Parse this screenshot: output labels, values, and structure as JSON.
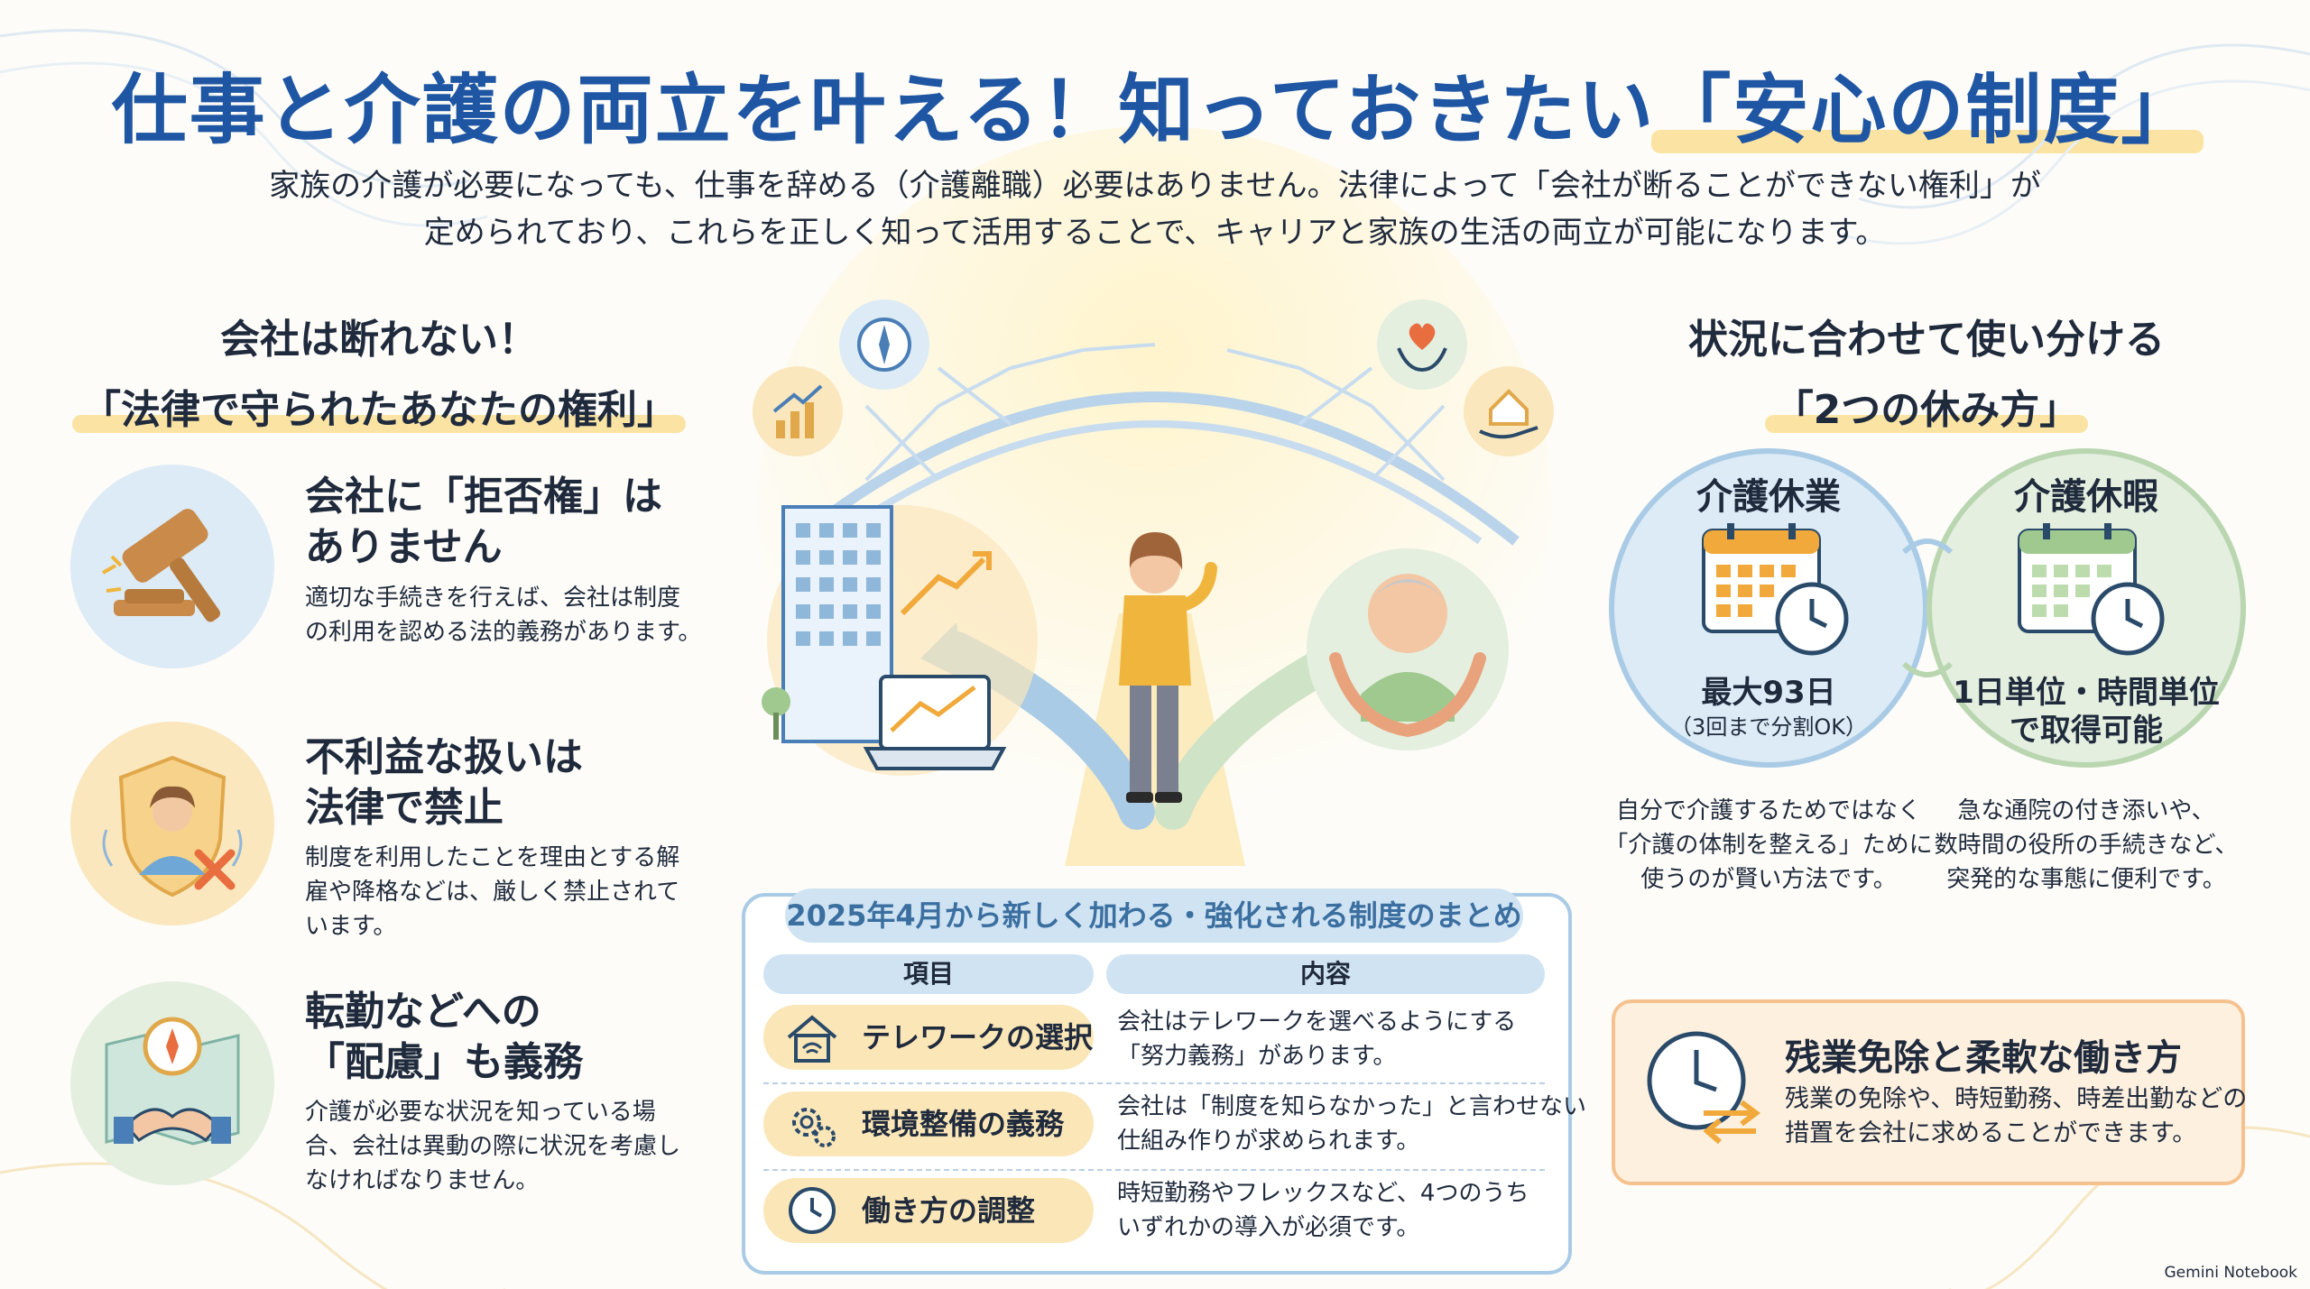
{
  "title": {
    "main": "仕事と介護の両立を叶える！知っておきたい",
    "highlight": "「安心の制度」"
  },
  "intro": {
    "line1": "家族の介護が必要になっても、仕事を辞める（介護離職）必要はありません。法律によって「会社が断ることができない権利」が",
    "line2": "定められており、これらを正しく知って活用することで、キャリアと家族の生活の両立が可能になります。"
  },
  "rights": {
    "heading1": "会社は断れない！",
    "heading2": "「法律で守られたあなたの権利」",
    "items": [
      {
        "title1": "会社に「拒否権」は",
        "title2": "ありません",
        "desc1": "適切な手続きを行えば、会社は制度",
        "desc2": "の利用を認める法的義務があります。",
        "desc3": "",
        "icon": "gavel-icon"
      },
      {
        "title1": "不利益な扱いは",
        "title2": "法律で禁止",
        "desc1": "制度を利用したことを理由とする解",
        "desc2": "雇や降格などは、厳しく禁止されて",
        "desc3": "います。",
        "icon": "shield-person-icon"
      },
      {
        "title1": "転勤などへの",
        "title2": "「配慮」も義務",
        "desc1": "介護が必要な状況を知っている場",
        "desc2": "合、会社は異動の際に状況を考慮し",
        "desc3": "なければなりません。",
        "icon": "compass-handshake-icon"
      }
    ]
  },
  "leaves": {
    "heading1": "状況に合わせて使い分ける",
    "heading2": "「2つの休み方」",
    "kaigo_kyugyo": {
      "name": "介護休業",
      "value": "最大93日",
      "note": "（3回まで分割OK）",
      "desc1": "自分で介護するためではなく",
      "desc2": "「介護の体制を整える」ために",
      "desc3": "使うのが賢い方法です。"
    },
    "kaigo_kyuka": {
      "name": "介護休暇",
      "value1": "1日単位・時間単位",
      "value2": "で取得可能",
      "desc1": "急な通院の付き添いや、",
      "desc2": "数時間の役所の手続きなど、",
      "desc3": "突発的な事態に便利です。"
    }
  },
  "table": {
    "title": "2025年4月から新しく加わる・強化される制度のまとめ",
    "col1": "項目",
    "col2": "内容",
    "rows": [
      {
        "label": "テレワークの選択",
        "icon": "house-wifi-icon",
        "desc1": "会社はテレワークを選べるようにする",
        "desc2": "「努力義務」があります。"
      },
      {
        "label": "環境整備の義務",
        "icon": "gears-icon",
        "desc1": "会社は「制度を知らなかった」と言わせない",
        "desc2": "仕組み作りが求められます。"
      },
      {
        "label": "働き方の調整",
        "icon": "clock-icon",
        "desc1": "時短勤務やフレックスなど、4つのうち",
        "desc2": "いずれかの導入が必須です。"
      }
    ]
  },
  "overtime": {
    "title": "残業免除と柔軟な働き方",
    "desc1": "残業の免除や、時短勤務、時差出勤などの",
    "desc2": "措置を会社に求めることができます。"
  },
  "brand": "Gemini Notebook",
  "colors": {
    "title_blue": "#1f56a3",
    "highlight_yellow": "#fbe3a3",
    "light_blue": "#cfe3f3",
    "light_green": "#e4efe0",
    "peach": "#fdf0df"
  }
}
